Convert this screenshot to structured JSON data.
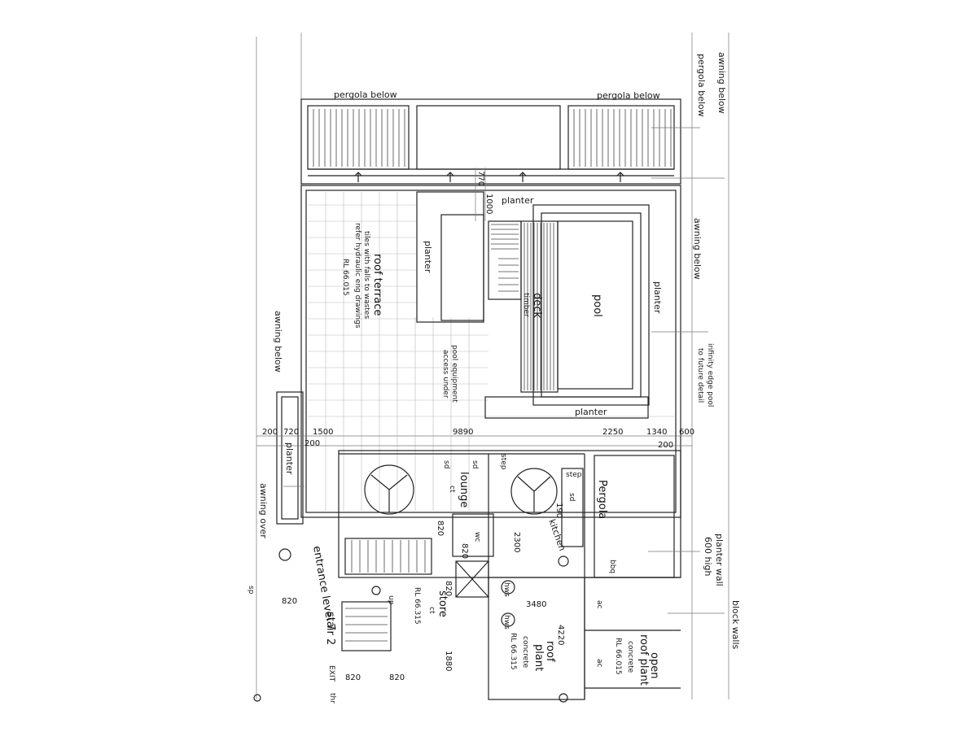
{
  "plan": {
    "labels": {
      "pergola_below_1": "pergola below",
      "pergola_below_2": "pergola below",
      "pergola_below_3": "pergola below",
      "awning_below_top": "awning below",
      "awning_below_right": "awning below",
      "awning_below_left": "awning below",
      "awning_over": "awning over",
      "roof_terrace": "roof terrace",
      "tiles_note": "tiles with falls to wastes",
      "hydraulic_note": "refer hydraulic eng drawings",
      "rl_terrace": "RL 66.015",
      "planter_top": "planter",
      "planter_left_inner": "planter",
      "planter_right": "planter",
      "planter_bottom": "planter",
      "planter_left": "planter",
      "deck": "deck",
      "timber": "timber",
      "pool": "pool",
      "infinity_note": "infinity edge pool",
      "future_detail": "to future detail",
      "pool_equipment": "pool equipment",
      "access_under": "access under",
      "lounge": "lounge",
      "lounge_ct": "ct",
      "pergola": "Pergola",
      "kitchen": "kitchen",
      "store": "store",
      "store_ct": "ct",
      "rl_store": "RL 66.315",
      "roof_plant": "roof",
      "roof_plant_2": "plant",
      "roof_concrete": "concrete",
      "rl_plant": "RL 66.315",
      "open_roof_plant": "open",
      "open_roof_plant_2": "roof plant",
      "open_concrete": "concrete",
      "rl_open": "RL 66.015",
      "entrance_level": "entrance level 7",
      "stair": "stair 2",
      "planter_wall": "planter wall",
      "planter_wall_height": "600 high",
      "block_walls": "block walls",
      "exit": "EXIT",
      "sd1": "sd",
      "sd2": "sd",
      "sd3": "sd",
      "step1": "step",
      "step2": "step",
      "wc": "wc",
      "hws1": "hws",
      "hws2": "hws",
      "ac1": "ac",
      "ac2": "ac",
      "bbq": "bbq",
      "up": "up",
      "thr": "thr",
      "sp": "sp"
    },
    "dimensions": {
      "d200_left": "200",
      "d720": "720",
      "d1500": "1500",
      "d200_b": "200",
      "d9890": "9890",
      "d2250": "2250",
      "d1340": "1340",
      "d600": "600",
      "d200_right": "200",
      "d770": "770",
      "d1000": "1000",
      "d820_a": "820",
      "d820_b": "820",
      "d820_c": "820",
      "d820_d": "820",
      "d820_e": "820",
      "d820_f": "820",
      "d190": "190",
      "d2300": "2300",
      "d3480": "3480",
      "d4220": "4220",
      "d1880": "1880"
    }
  }
}
